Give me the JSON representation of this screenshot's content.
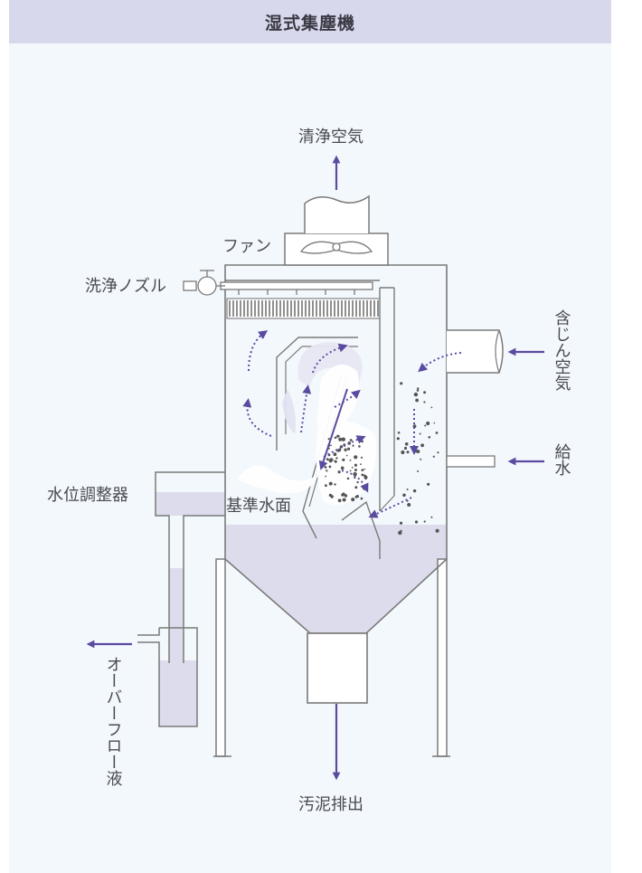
{
  "header": {
    "title": "湿式集塵機"
  },
  "labels": {
    "clean_air": "清浄空気",
    "fan": "ファン",
    "wash_nozzle": "洗浄ノズル",
    "dusty_air": "含じん空気",
    "water_supply": "給水",
    "level_regulator": "水位調整器",
    "reference_level": "基準水面",
    "overflow": "オーバーフロー液",
    "sludge_discharge": "汚泥排出"
  },
  "colors": {
    "accent": "#5a4aa0",
    "water": "#dcdcec",
    "header_bg": "#d7d8ec",
    "line": "#7a7a7a"
  }
}
